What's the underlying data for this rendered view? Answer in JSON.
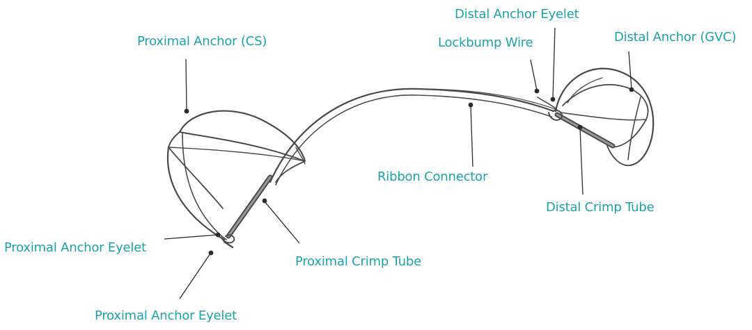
{
  "colors": {
    "label": "#1ba3ad",
    "wire": "#4a4a4a",
    "wire_light": "#9a9a9a",
    "leader": "#2b2b2b",
    "background": "#ffffff"
  },
  "labels": {
    "proximal_anchor_cs": "Proximal Anchor (CS)",
    "distal_anchor_eyelet": "Distal Anchor Eyelet",
    "lockbump_wire": "Lockbump Wire",
    "distal_anchor_gvc": "Distal Anchor (GVC)",
    "ribbon_connector": "Ribbon Connector",
    "distal_crimp_tube": "Distal Crimp Tube",
    "proximal_anchor_eyelet_upper": "Proximal Anchor Eyelet",
    "proximal_crimp_tube": "Proximal Crimp Tube",
    "proximal_anchor_eyelet_lower": "Proximal Anchor Eyelet"
  }
}
